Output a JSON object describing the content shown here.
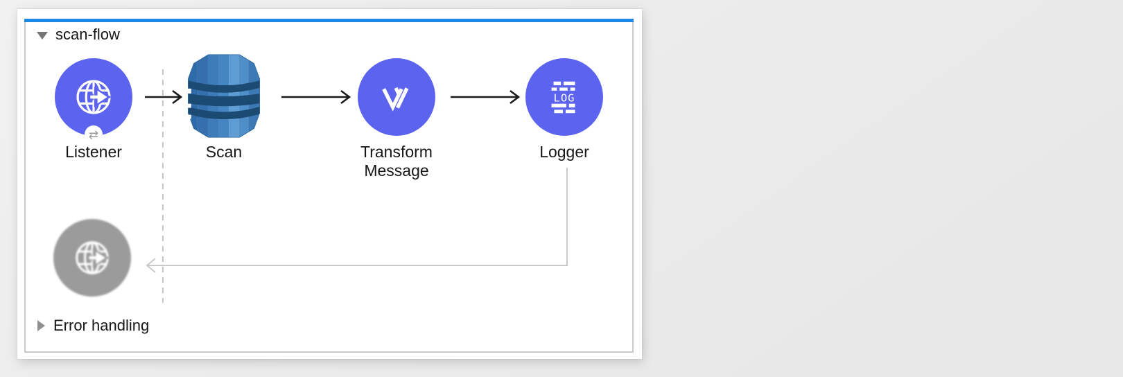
{
  "flow": {
    "title": "scan-flow",
    "title_collapse_icon": "triangle-down-icon",
    "nodes": [
      {
        "label": "Listener",
        "type": "http-listener",
        "icon": "globe-arrow-icon",
        "badge_icon": "exchange-arrows-icon",
        "badge_glyph": "⇄"
      },
      {
        "label": "Scan",
        "type": "dynamodb-operation",
        "icon": "dynamodb-icon"
      },
      {
        "label": "Transform Message",
        "type": "dataweave-transform",
        "icon": "dataweave-icon"
      },
      {
        "label": "Logger",
        "type": "logger",
        "icon": "logger-icon",
        "icon_text": "LOG"
      }
    ],
    "response_node": {
      "type": "http-listener-response",
      "icon": "globe-arrow-icon"
    },
    "connectors": [
      "listener-to-scan",
      "scan-to-transform",
      "transform-to-logger",
      "logger-return-to-listener"
    ],
    "error_handling": {
      "label": "Error handling",
      "collapse_icon": "triangle-right-icon"
    }
  },
  "colors": {
    "accent_bar": "#1e88e5",
    "node_purple": "#5c63ee",
    "node_gray": "#9b9b9b",
    "wire_black": "#1a1a1a",
    "wire_gray": "#c9c9c9",
    "dashed_guide": "#c6c6c6",
    "page_background": "#ececec",
    "canvas_background": "#ffffff",
    "dynamodb_blue": "#3d7cb9",
    "dynamodb_dark_band": "#1b4b73"
  }
}
